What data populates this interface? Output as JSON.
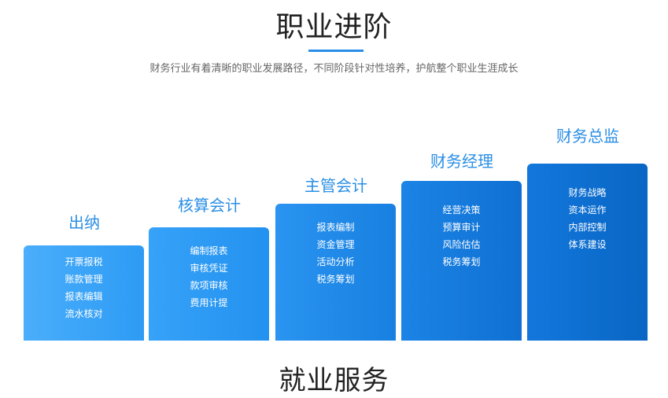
{
  "section": {
    "title": "职业进阶",
    "subtitle": "财务行业有着清晰的职业发展路径，不同阶段针对性培养，护航整个职业生涯成长"
  },
  "steps": [
    {
      "label": "出纳",
      "items": [
        "开票报税",
        "账款管理",
        "报表编辑",
        "流水核对"
      ],
      "color_from": "#4aaefb",
      "color_to": "#2d9bf4"
    },
    {
      "label": "核算会计",
      "items": [
        "编制报表",
        "审核凭证",
        "款项审核",
        "费用计提"
      ],
      "color_from": "#36a2f8",
      "color_to": "#2391ef"
    },
    {
      "label": "主管会计",
      "items": [
        "报表编制",
        "资金管理",
        "活动分析",
        "税务筹划"
      ],
      "color_from": "#2a94f1",
      "color_to": "#1880e0"
    },
    {
      "label": "财务经理",
      "items": [
        "经营决策",
        "预算审计",
        "风险估估",
        "税务筹划"
      ],
      "color_from": "#1b84e6",
      "color_to": "#0f70d2"
    },
    {
      "label": "财务总监",
      "items": [
        "财务战略",
        "资本运作",
        "内部控制",
        "体系建设"
      ],
      "color_from": "#1277dc",
      "color_to": "#0966c4"
    }
  ],
  "next_section": {
    "title": "就业服务"
  }
}
